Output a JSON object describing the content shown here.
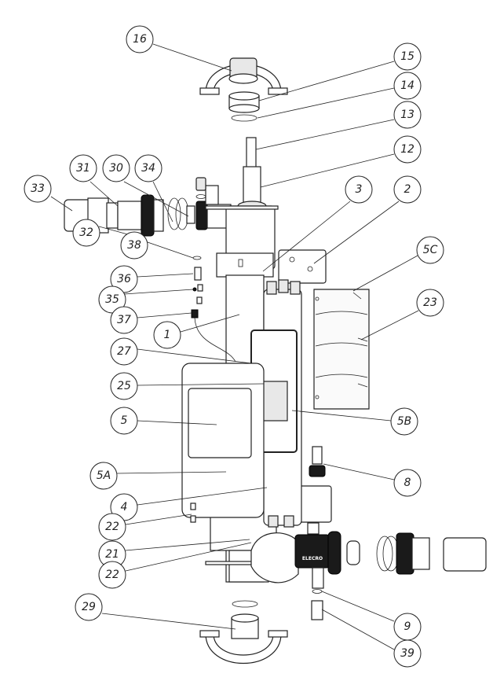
{
  "diagram": {
    "type": "exploded-parts-view",
    "brand_logo": "ELECRO",
    "callouts": [
      "16",
      "15",
      "14",
      "13",
      "12",
      "3",
      "2",
      "31",
      "30",
      "34",
      "33",
      "32",
      "5C",
      "38",
      "36",
      "35",
      "23",
      "37",
      "1",
      "27",
      "25",
      "5",
      "5B",
      "8",
      "5A",
      "4",
      "22",
      "21",
      "22",
      "29",
      "9",
      "39"
    ]
  }
}
